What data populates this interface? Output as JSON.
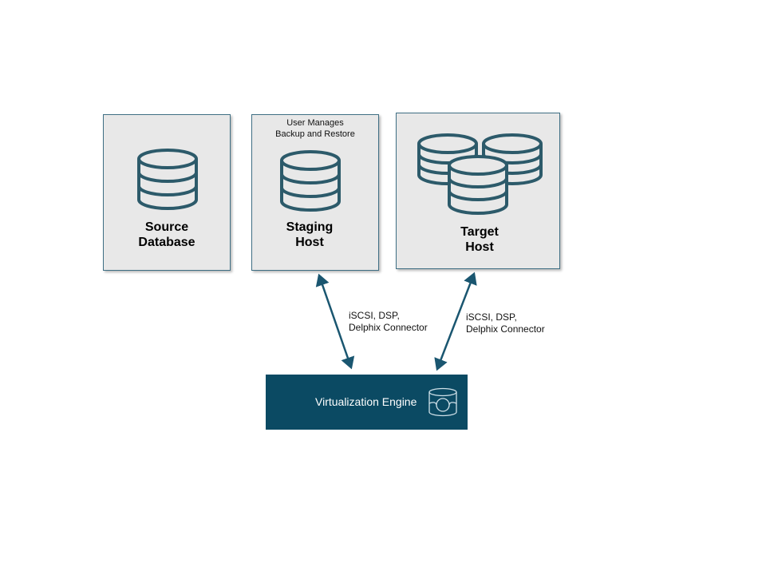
{
  "nodes": {
    "source": {
      "line1": "Source",
      "line2": "Database"
    },
    "staging": {
      "line1": "Staging",
      "line2": "Host",
      "note_line1": "User Manages",
      "note_line2": "Backup and Restore"
    },
    "target": {
      "line1": "Target",
      "line2": "Host"
    },
    "engine": {
      "label": "Virtualization Engine"
    }
  },
  "connections": [
    {
      "from": "staging",
      "to": "engine",
      "label_line1": "iSCSI, DSP,",
      "label_line2": "Delphix Connector"
    },
    {
      "from": "target",
      "to": "engine",
      "label_line1": "iSCSI, DSP,",
      "label_line2": "Delphix Connector"
    }
  ],
  "colors": {
    "box_fill": "#e8e8e8",
    "box_border": "#3f6f84",
    "icon": "#2c5a6a",
    "engine": "#0b4a63",
    "arrow": "#1a5670"
  }
}
